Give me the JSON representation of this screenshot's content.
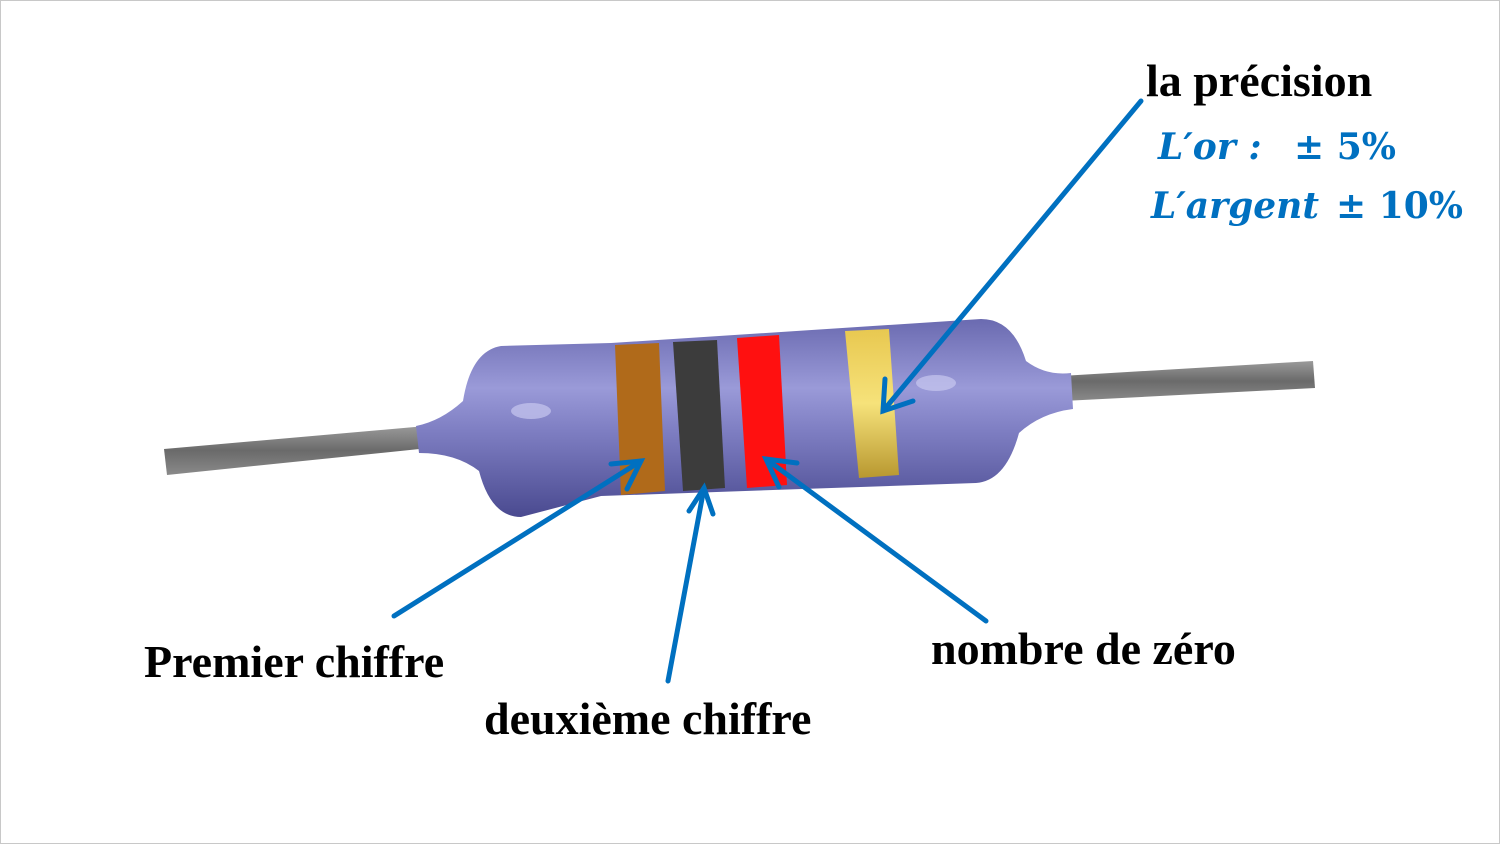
{
  "labels": {
    "precision_title": "la précision",
    "gold_name": "L′or :",
    "gold_value": "± 5%",
    "silver_name": "L′argent",
    "silver_value": "± 10%",
    "first_digit": "Premier chiffre",
    "second_digit": "deuxième chiffre",
    "multiplier": "nombre de zéro"
  },
  "colors": {
    "arrow": "#0070C0",
    "body": "#7c7cc0",
    "band_1": "#b06a1a",
    "band_2": "#3a3a3a",
    "band_3": "#ff1010",
    "band_4": "#e8c840"
  }
}
